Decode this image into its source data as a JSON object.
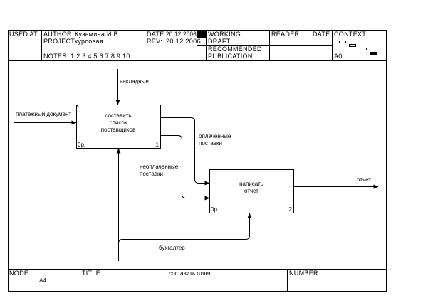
{
  "header": {
    "used_at": "USED AT:",
    "author_label": "AUTHOR:",
    "author_value": "Кузьмина И.В.",
    "project_label": "PROJECT:",
    "project_value": "курсовая",
    "date_label": "DATE:",
    "date_value": "20.12.2006",
    "rev_label": "REV:",
    "rev_value": "20.12.2006",
    "notes": "NOTES: 1 2 3 4 5 6 7 8 9 10",
    "status": [
      "WORKING",
      "DRAFT",
      "RECOMMENDED",
      "PUBLICATION"
    ],
    "reader_label": "READER",
    "reader_date_label": "DATE",
    "context_label": "CONTEXT:",
    "context_node": "A0"
  },
  "diagram": {
    "boxes": [
      {
        "title_lines": [
          "составить",
          "список",
          "поставщиков"
        ],
        "cost": "0р.",
        "number": "1"
      },
      {
        "title_lines": [
          "написать",
          "отчет"
        ],
        "cost": "0р.",
        "number": "2"
      }
    ],
    "arrows": {
      "control_top": "накладные",
      "input_left": "платежный документ",
      "paid_lines": [
        "оплаченные",
        "поставки"
      ],
      "unpaid_lines": [
        "неоплаченные",
        "поставки"
      ],
      "output_right": "отчет",
      "mechanism": "бухгалтер"
    }
  },
  "footer": {
    "node_label": "NODE:",
    "node_value": "A4",
    "title_label": "TITLE:",
    "title_value": "составить отчет",
    "number_label": "NUMBER:"
  }
}
